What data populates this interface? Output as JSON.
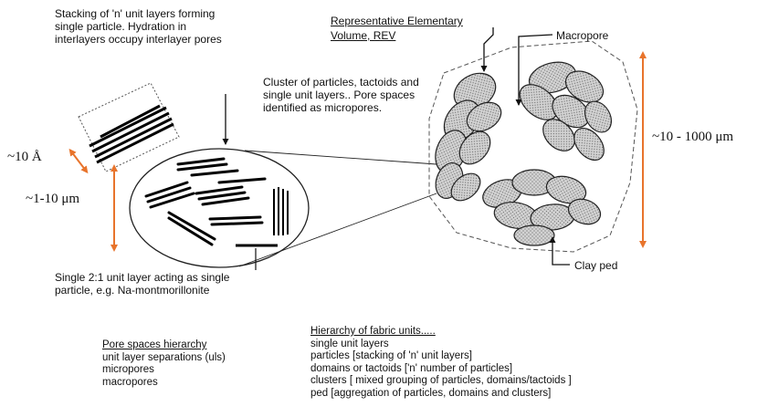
{
  "labels": {
    "stacking": "Stacking of 'n' unit layers forming single particle. Hydration in interlayers occupy interlayer pores",
    "rev_line1": "Representative Elementary",
    "rev_line2": "Volume,  REV",
    "macropore": "Macropore",
    "cluster": "Cluster of particles, tactoids and single unit layers.. Pore spaces identified as micropores.",
    "single_layer": "Single 2:1 unit layer acting as single particle, e.g. Na-montmorillonite",
    "clay_ped": "Clay ped",
    "scale_angstrom": "~10 Å",
    "scale_micron": "~1-10 μm",
    "scale_large": "~10 - 1000 μm"
  },
  "pore_hierarchy": {
    "title": "Pore spaces hierarchy",
    "items": [
      "unit layer separations (uls)",
      "micropores",
      "macropores"
    ]
  },
  "fabric_hierarchy": {
    "title": "Hierarchy of fabric units.....",
    "items": [
      "single unit layers",
      "particles [stacking of 'n' unit layers]",
      "domains or tactoids ['n' number of particles]",
      "clusters [ mixed grouping of particles, domains/tactoids ]",
      "ped [aggregation of particles, domains and clusters]"
    ]
  },
  "colors": {
    "arrow": "#e8742c",
    "ink": "#111111",
    "grain_fill": "#c9c9c9"
  }
}
